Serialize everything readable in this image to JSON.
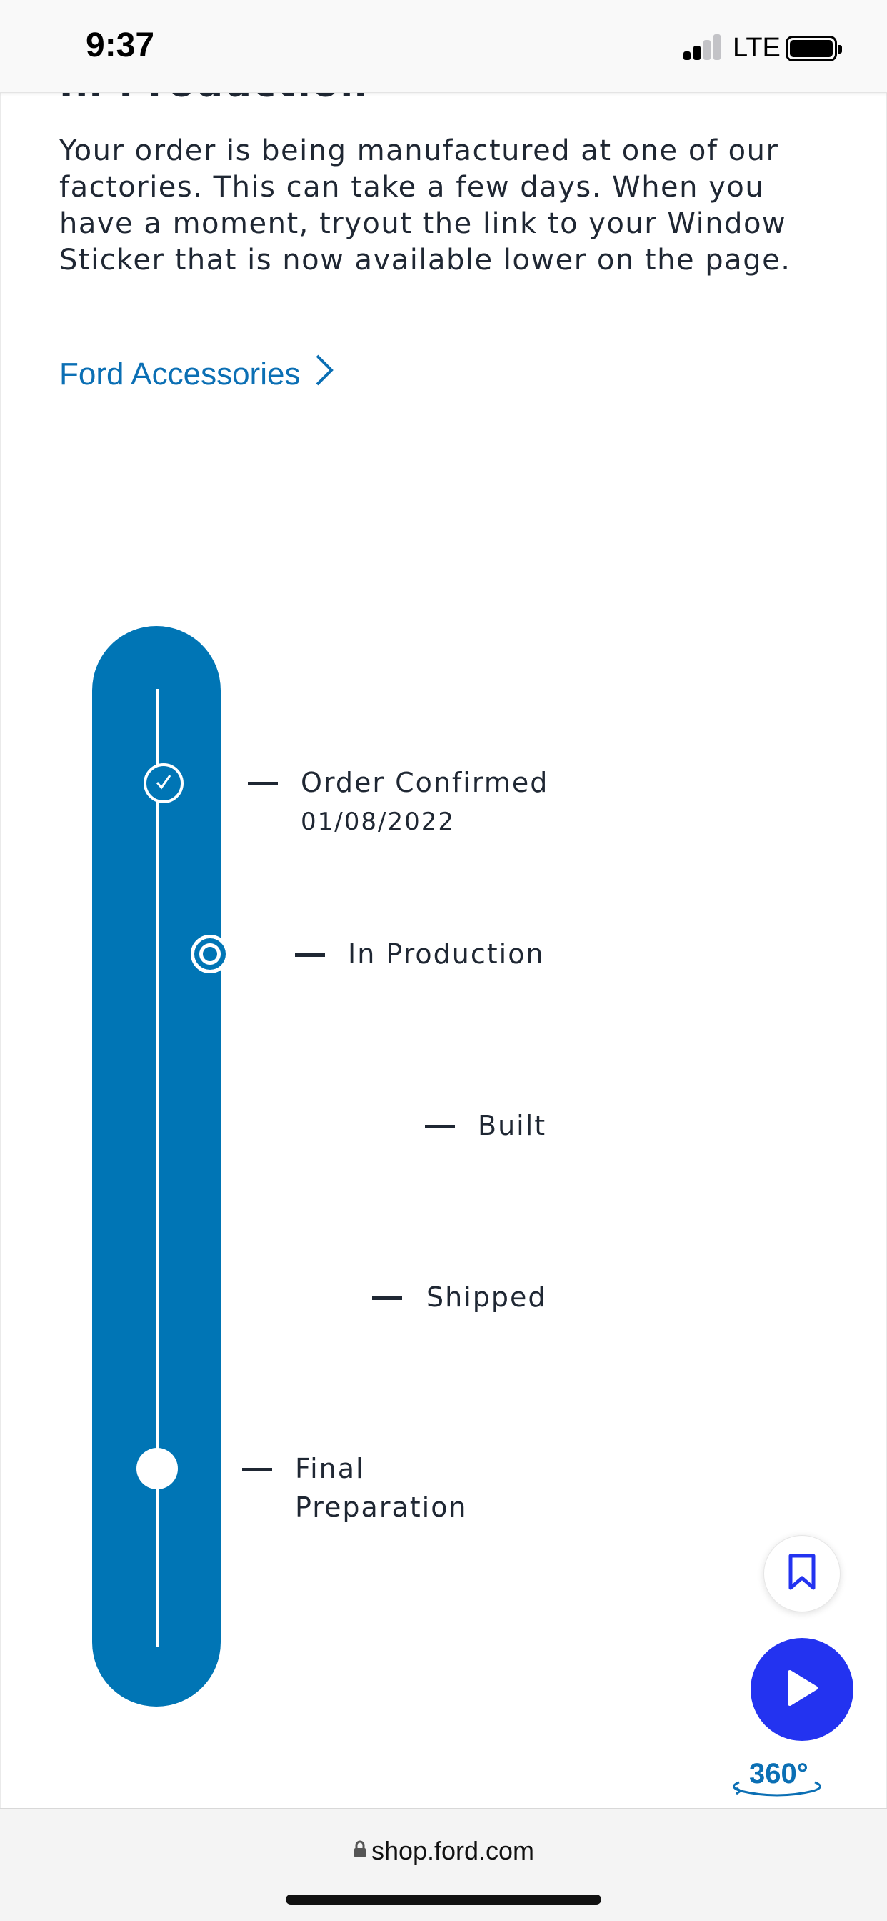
{
  "status_bar": {
    "time": "9:37",
    "network": "LTE",
    "icons": [
      "signal-icon",
      "battery-icon"
    ]
  },
  "section": {
    "heading_clipped": "In Production",
    "description": "Your order is being manufactured at one of our factories. This can take a few days. When you have a moment, tryout the link to your Window Sticker that is now available lower on the page.",
    "link_label": "Ford Accessories",
    "link_icon": "chevron-right-icon"
  },
  "timeline": {
    "steps": [
      {
        "label": "Order Confirmed",
        "date": "01/08/2022",
        "state": "completed"
      },
      {
        "label": "In Production",
        "state": "current"
      },
      {
        "label": "Built",
        "state": "pending"
      },
      {
        "label": "Shipped",
        "state": "pending"
      },
      {
        "label_line1": "Final",
        "label_line2": "Preparation",
        "state": "final"
      }
    ],
    "colors": {
      "track": "#0075b5",
      "node": "#ffffff"
    }
  },
  "floating": {
    "bookmark_icon": "bookmark-icon",
    "play_icon": "play-icon",
    "view_360_label": "360°",
    "colors": {
      "play_bg": "#2333f0",
      "link": "#0b6fb4"
    }
  },
  "browser": {
    "url": "shop.ford.com",
    "lock_icon": "lock-icon"
  }
}
